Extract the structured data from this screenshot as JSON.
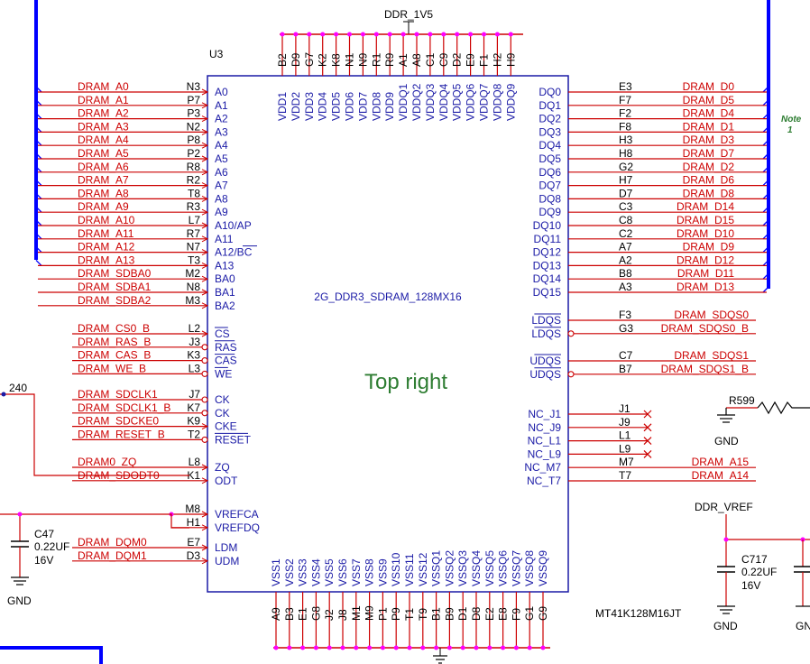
{
  "power_top": "DDR_1V5",
  "refdes": "U3",
  "part_number": "MT41K128M16JT",
  "part_type": "2G_DDR3_SDRAM_128MX16",
  "center_label": "Top right",
  "note": [
    "Note",
    "1"
  ],
  "left_pins": [
    {
      "net": "DRAM_A0",
      "ball": "N3",
      "name": "A0"
    },
    {
      "net": "DRAM_A1",
      "ball": "P7",
      "name": "A1"
    },
    {
      "net": "DRAM_A2",
      "ball": "P3",
      "name": "A2"
    },
    {
      "net": "DRAM_A3",
      "ball": "N2",
      "name": "A3"
    },
    {
      "net": "DRAM_A4",
      "ball": "P8",
      "name": "A4"
    },
    {
      "net": "DRAM_A5",
      "ball": "P2",
      "name": "A5"
    },
    {
      "net": "DRAM_A6",
      "ball": "R8",
      "name": "A6"
    },
    {
      "net": "DRAM_A7",
      "ball": "R2",
      "name": "A7"
    },
    {
      "net": "DRAM_A8",
      "ball": "T8",
      "name": "A8"
    },
    {
      "net": "DRAM_A9",
      "ball": "R3",
      "name": "A9"
    },
    {
      "net": "DRAM_A10",
      "ball": "L7",
      "name": "A10/AP"
    },
    {
      "net": "DRAM_A11",
      "ball": "R7",
      "name": "A11"
    },
    {
      "net": "DRAM_A12",
      "ball": "N7",
      "name": "A12/BC"
    },
    {
      "net": "DRAM_A13",
      "ball": "T3",
      "name": "A13"
    },
    {
      "net": "DRAM_SDBA0",
      "ball": "M2",
      "name": "BA0"
    },
    {
      "net": "DRAM_SDBA1",
      "ball": "N8",
      "name": "BA1"
    },
    {
      "net": "DRAM_SDBA2",
      "ball": "M3",
      "name": "BA2"
    },
    {
      "net": "DRAM_CS0_B",
      "ball": "L2",
      "name": "CS"
    },
    {
      "net": "DRAM_RAS_B",
      "ball": "J3",
      "name": "RAS"
    },
    {
      "net": "DRAM_CAS_B",
      "ball": "K3",
      "name": "CAS"
    },
    {
      "net": "DRAM_WE_B",
      "ball": "L3",
      "name": "WE"
    },
    {
      "net": "DRAM_SDCLK1",
      "ball": "J7",
      "name": "CK"
    },
    {
      "net": "DRAM_SDCLK1_B",
      "ball": "K7",
      "name": "CK"
    },
    {
      "net": "DRAM_SDCKE0",
      "ball": "K9",
      "name": "CKE"
    },
    {
      "net": "DRAM_RESET_B",
      "ball": "T2",
      "name": "RESET"
    },
    {
      "net": "DRAM0_ZQ",
      "ball": "L8",
      "name": "ZQ"
    },
    {
      "net": "DRAM_SDODT0",
      "ball": "K1",
      "name": "ODT"
    },
    {
      "net": "",
      "ball": "M8",
      "name": "VREFCA"
    },
    {
      "net": "",
      "ball": "H1",
      "name": "VREFDQ"
    },
    {
      "net": "DRAM_DQM0",
      "ball": "E7",
      "name": "LDM"
    },
    {
      "net": "DRAM_DQM1",
      "ball": "D3",
      "name": "UDM"
    }
  ],
  "right_pins": [
    {
      "net": "DRAM_D0",
      "ball": "E3",
      "name": "DQ0"
    },
    {
      "net": "DRAM_D5",
      "ball": "F7",
      "name": "DQ1"
    },
    {
      "net": "DRAM_D4",
      "ball": "F2",
      "name": "DQ2"
    },
    {
      "net": "DRAM_D1",
      "ball": "F8",
      "name": "DQ3"
    },
    {
      "net": "DRAM_D3",
      "ball": "H3",
      "name": "DQ4"
    },
    {
      "net": "DRAM_D7",
      "ball": "H8",
      "name": "DQ5"
    },
    {
      "net": "DRAM_D2",
      "ball": "G2",
      "name": "DQ6"
    },
    {
      "net": "DRAM_D6",
      "ball": "H7",
      "name": "DQ7"
    },
    {
      "net": "DRAM_D8",
      "ball": "D7",
      "name": "DQ8"
    },
    {
      "net": "DRAM_D14",
      "ball": "C3",
      "name": "DQ9"
    },
    {
      "net": "DRAM_D15",
      "ball": "C8",
      "name": "DQ10"
    },
    {
      "net": "DRAM_D10",
      "ball": "C2",
      "name": "DQ11"
    },
    {
      "net": "DRAM_D9",
      "ball": "A7",
      "name": "DQ12"
    },
    {
      "net": "DRAM_D12",
      "ball": "A2",
      "name": "DQ13"
    },
    {
      "net": "DRAM_D11",
      "ball": "B8",
      "name": "DQ14"
    },
    {
      "net": "DRAM_D13",
      "ball": "A3",
      "name": "DQ15"
    },
    {
      "net": "DRAM_SDQS0",
      "ball": "F3",
      "name": "LDQS"
    },
    {
      "net": "DRAM_SDQS0_B",
      "ball": "G3",
      "name": "LDQS"
    },
    {
      "net": "DRAM_SDQS1",
      "ball": "C7",
      "name": "UDQS"
    },
    {
      "net": "DRAM_SDQS1_B",
      "ball": "B7",
      "name": "UDQS"
    },
    {
      "net": "",
      "ball": "J1",
      "name": "NC_J1"
    },
    {
      "net": "",
      "ball": "J9",
      "name": "NC_J9"
    },
    {
      "net": "",
      "ball": "L1",
      "name": "NC_L1"
    },
    {
      "net": "",
      "ball": "L9",
      "name": "NC_L9"
    },
    {
      "net": "DRAM_A15",
      "ball": "M7",
      "name": "NC_M7"
    },
    {
      "net": "DRAM_A14",
      "ball": "T7",
      "name": "NC_T7"
    }
  ],
  "top_pins": [
    {
      "ball": "B2",
      "name": "VDD1"
    },
    {
      "ball": "D9",
      "name": "VDD2"
    },
    {
      "ball": "G7",
      "name": "VDD3"
    },
    {
      "ball": "K2",
      "name": "VDD4"
    },
    {
      "ball": "K8",
      "name": "VDD5"
    },
    {
      "ball": "N1",
      "name": "VDD6"
    },
    {
      "ball": "N9",
      "name": "VDD7"
    },
    {
      "ball": "R1",
      "name": "VDD8"
    },
    {
      "ball": "R9",
      "name": "VDD9"
    },
    {
      "ball": "A1",
      "name": "VDDQ1"
    },
    {
      "ball": "A8",
      "name": "VDDQ2"
    },
    {
      "ball": "C1",
      "name": "VDDQ3"
    },
    {
      "ball": "C9",
      "name": "VDDQ4"
    },
    {
      "ball": "D2",
      "name": "VDDQ5"
    },
    {
      "ball": "E9",
      "name": "VDDQ6"
    },
    {
      "ball": "F1",
      "name": "VDDQ7"
    },
    {
      "ball": "H2",
      "name": "VDDQ8"
    },
    {
      "ball": "H9",
      "name": "VDDQ9"
    }
  ],
  "bottom_pins": [
    {
      "ball": "A9",
      "name": "VSS1"
    },
    {
      "ball": "B3",
      "name": "VSS2"
    },
    {
      "ball": "E1",
      "name": "VSS3"
    },
    {
      "ball": "G8",
      "name": "VSS4"
    },
    {
      "ball": "J2",
      "name": "VSS5"
    },
    {
      "ball": "J8",
      "name": "VSS6"
    },
    {
      "ball": "M1",
      "name": "VSS7"
    },
    {
      "ball": "M9",
      "name": "VSS8"
    },
    {
      "ball": "P1",
      "name": "VSS9"
    },
    {
      "ball": "P9",
      "name": "VSS10"
    },
    {
      "ball": "T1",
      "name": "VSS11"
    },
    {
      "ball": "T9",
      "name": "VSS12"
    },
    {
      "ball": "B1",
      "name": "VSSQ1"
    },
    {
      "ball": "B9",
      "name": "VSSQ2"
    },
    {
      "ball": "D1",
      "name": "VSSQ3"
    },
    {
      "ball": "D8",
      "name": "VSSQ4"
    },
    {
      "ball": "E2",
      "name": "VSSQ5"
    },
    {
      "ball": "E8",
      "name": "VSSQ6"
    },
    {
      "ball": "F9",
      "name": "VSSQ7"
    },
    {
      "ball": "G1",
      "name": "VSSQ8"
    },
    {
      "ball": "G9",
      "name": "VSSQ9"
    }
  ],
  "c47": {
    "ref": "C47",
    "value": "0.22UF",
    "voltage": "16V",
    "gnd": "GND"
  },
  "c717": {
    "ref": "C717",
    "value": "0.22UF",
    "voltage": "16V",
    "gnd": "GND",
    "net": "DDR_VREF"
  },
  "r599": {
    "ref": "R599",
    "gnd": "GND"
  },
  "left_resistor_value": "240",
  "gnd_partial": "GN",
  "colors": {
    "wire": "#cc0000",
    "pin": "#1a1aa6",
    "bus": "#0000ff",
    "junction": "#ff00ff",
    "outline": "#000000",
    "center": "#2e7d32"
  }
}
